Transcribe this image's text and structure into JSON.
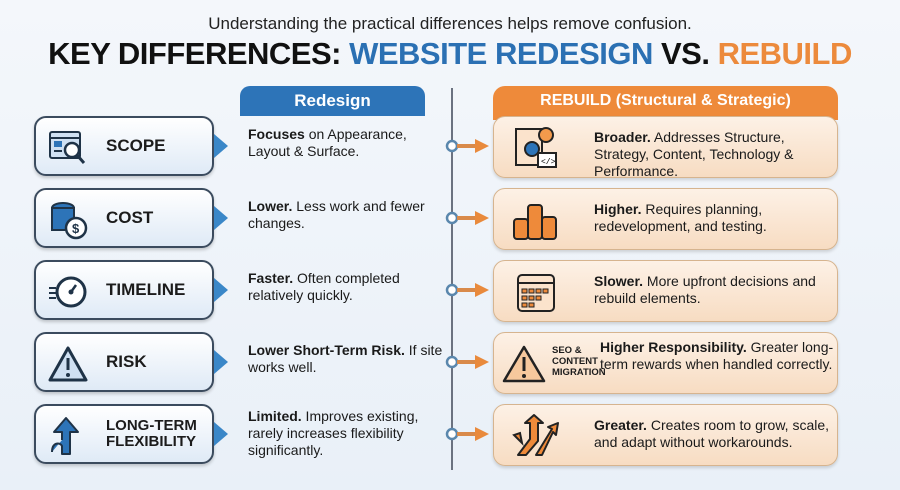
{
  "header": {
    "subtitle": "Understanding the practical differences helps remove confusion.",
    "title_part1": "KEY DIFFERENCES: ",
    "title_part2": "WEBSITE REDESIGN",
    "title_part3": " VS. ",
    "title_part4": "REBUILD"
  },
  "columns": {
    "left_header": "Redesign",
    "right_header": "REBUILD (Structural & Strategic)"
  },
  "colors": {
    "blue": "#2d74b8",
    "orange": "#ee8a3a",
    "dark": "#111111"
  },
  "rows": [
    {
      "category": "SCOPE",
      "icon": "browser-search-icon",
      "redesign_bold": "Focuses",
      "redesign_text": " on Appearance, Layout & Surface.",
      "rebuild_bold": "Broader.",
      "rebuild_text": " Addresses Structure, Strategy, Content, Technology & Performance.",
      "rebuild_icon": "blueprint-gears-code-icon"
    },
    {
      "category": "COST",
      "icon": "coins-dollar-icon",
      "redesign_bold": "Lower.",
      "redesign_text": " Less work and fewer changes.",
      "rebuild_bold": "Higher.",
      "rebuild_text": " Requires planning, redevelopment, and testing.",
      "rebuild_icon": "coin-stacks-icon"
    },
    {
      "category": "TIMELINE",
      "icon": "stopwatch-icon",
      "redesign_bold": "Faster.",
      "redesign_text": " Often completed relatively quickly.",
      "rebuild_bold": "Slower.",
      "rebuild_text": " More upfront decisions and rebuild elements.",
      "rebuild_icon": "calendar-icon"
    },
    {
      "category": "RISK",
      "icon": "warning-icon",
      "redesign_bold": "Lower Short-Term Risk.",
      "redesign_text": " If site works well.",
      "rebuild_bold": "Higher Responsibility.",
      "rebuild_text": " Greater long-term rewards when handled correctly.",
      "rebuild_icon": "warning-icon",
      "rebuild_tag": "SEO & CONTENT MIGRATION"
    },
    {
      "category": "LONG-TERM FLEXIBILITY",
      "icon": "up-arrow-icon",
      "redesign_bold": "Limited.",
      "redesign_text": " Improves existing, rarely increases flexibility significantly.",
      "rebuild_bold": "Greater.",
      "rebuild_text": " Creates room to grow, scale, and adapt without workarounds.",
      "rebuild_icon": "branching-arrows-icon"
    }
  ]
}
